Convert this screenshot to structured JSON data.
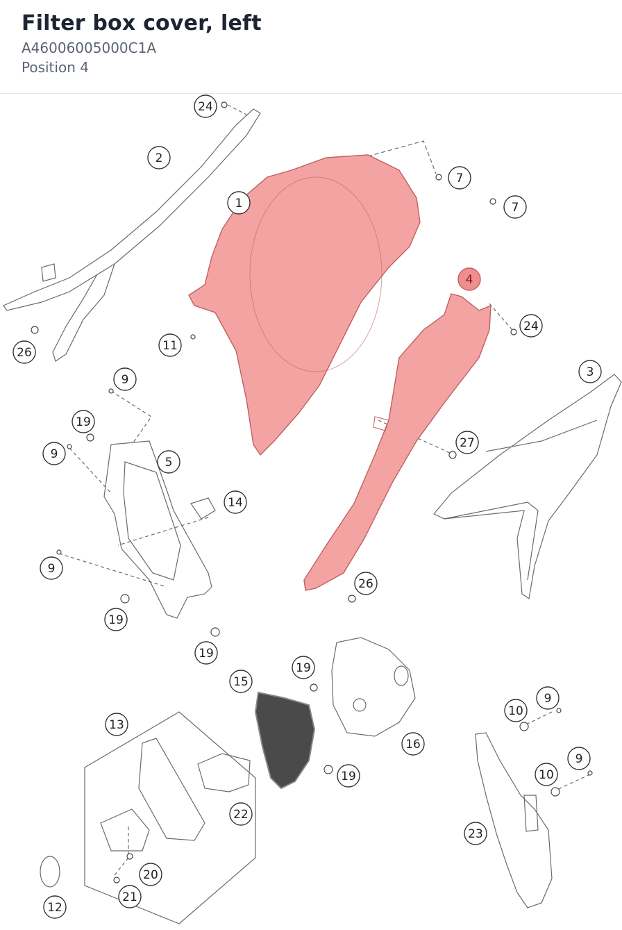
{
  "part": {
    "title": "Filter box cover, left",
    "part_number": "A46006005000C1A",
    "position_text": "Position 4"
  },
  "colors": {
    "highlight_fill": "#f4a3a3",
    "highlight_stroke": "#c0605f",
    "selected_callout": "#ef8e8e",
    "line": "#555555"
  },
  "diagram": {
    "selected_position": "4",
    "callouts": [
      {
        "label": "24"
      },
      {
        "label": "2"
      },
      {
        "label": "1"
      },
      {
        "label": "7"
      },
      {
        "label": "7"
      },
      {
        "label": "4"
      },
      {
        "label": "24"
      },
      {
        "label": "11"
      },
      {
        "label": "26"
      },
      {
        "label": "3"
      },
      {
        "label": "9"
      },
      {
        "label": "19"
      },
      {
        "label": "9"
      },
      {
        "label": "5"
      },
      {
        "label": "27"
      },
      {
        "label": "14"
      },
      {
        "label": "9"
      },
      {
        "label": "26"
      },
      {
        "label": "19"
      },
      {
        "label": "19"
      },
      {
        "label": "19"
      },
      {
        "label": "15"
      },
      {
        "label": "16"
      },
      {
        "label": "13"
      },
      {
        "label": "9"
      },
      {
        "label": "10"
      },
      {
        "label": "19"
      },
      {
        "label": "9"
      },
      {
        "label": "10"
      },
      {
        "label": "22"
      },
      {
        "label": "23"
      },
      {
        "label": "20"
      },
      {
        "label": "21"
      },
      {
        "label": "12"
      }
    ]
  }
}
